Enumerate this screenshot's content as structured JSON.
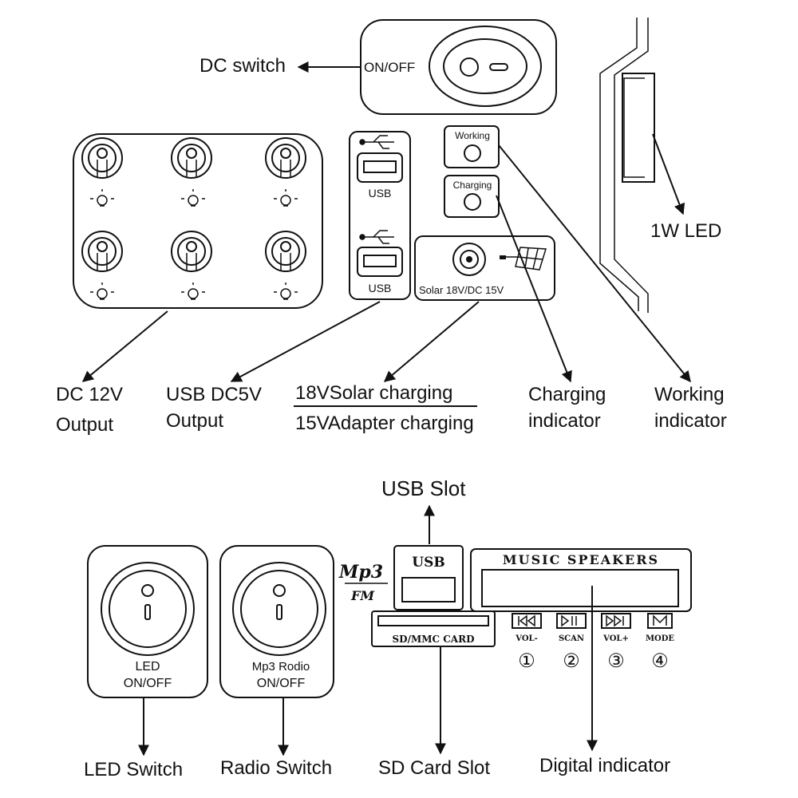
{
  "top_panel": {
    "dc_switch_label": "DC switch",
    "on_off_text": "ON/OFF",
    "usb_port_text_1": "USB",
    "usb_port_text_2": "USB",
    "working_small_text": "Working",
    "charging_small_text": "Charging",
    "solar_port_text": "Solar 18V/DC 15V",
    "led_1w_label": "1W LED",
    "callouts": {
      "dc_output_line1": "DC 12V",
      "dc_output_line2": "Output",
      "usb_output_line1": "USB DC5V",
      "usb_output_line2": "Output",
      "solar_line1": "18VSolar charging",
      "solar_line2": "15VAdapter charging",
      "charging_line1": "Charging",
      "charging_line2": "indicator",
      "working_line1": "Working",
      "working_line2": "indicator"
    }
  },
  "bottom_panel": {
    "usb_slot_label": "USB Slot",
    "mp3_text": "Mp3",
    "fm_text": "FM",
    "usb_box_text": "USB",
    "sd_card_text": "SD/MMC CARD",
    "music_speakers_text": "MUSIC SPEAKERS",
    "led_switch_text_1": "LED",
    "led_switch_text_2": "ON/OFF",
    "radio_switch_text_1": "Mp3  Rodio",
    "radio_switch_text_2": "ON/OFF",
    "buttons": [
      {
        "label": "VOL-",
        "number": "①",
        "icon": "previous-track-icon"
      },
      {
        "label": "SCAN",
        "number": "②",
        "icon": "play-pause-icon"
      },
      {
        "label": "VOL+",
        "number": "③",
        "icon": "next-track-icon"
      },
      {
        "label": "MODE",
        "number": "④",
        "icon": "mode-icon"
      }
    ],
    "callouts": {
      "led_switch": "LED Switch",
      "radio_switch": "Radio Switch",
      "sd_card_slot": "SD Card Slot",
      "digital_indicator": "Digital indicator"
    }
  }
}
